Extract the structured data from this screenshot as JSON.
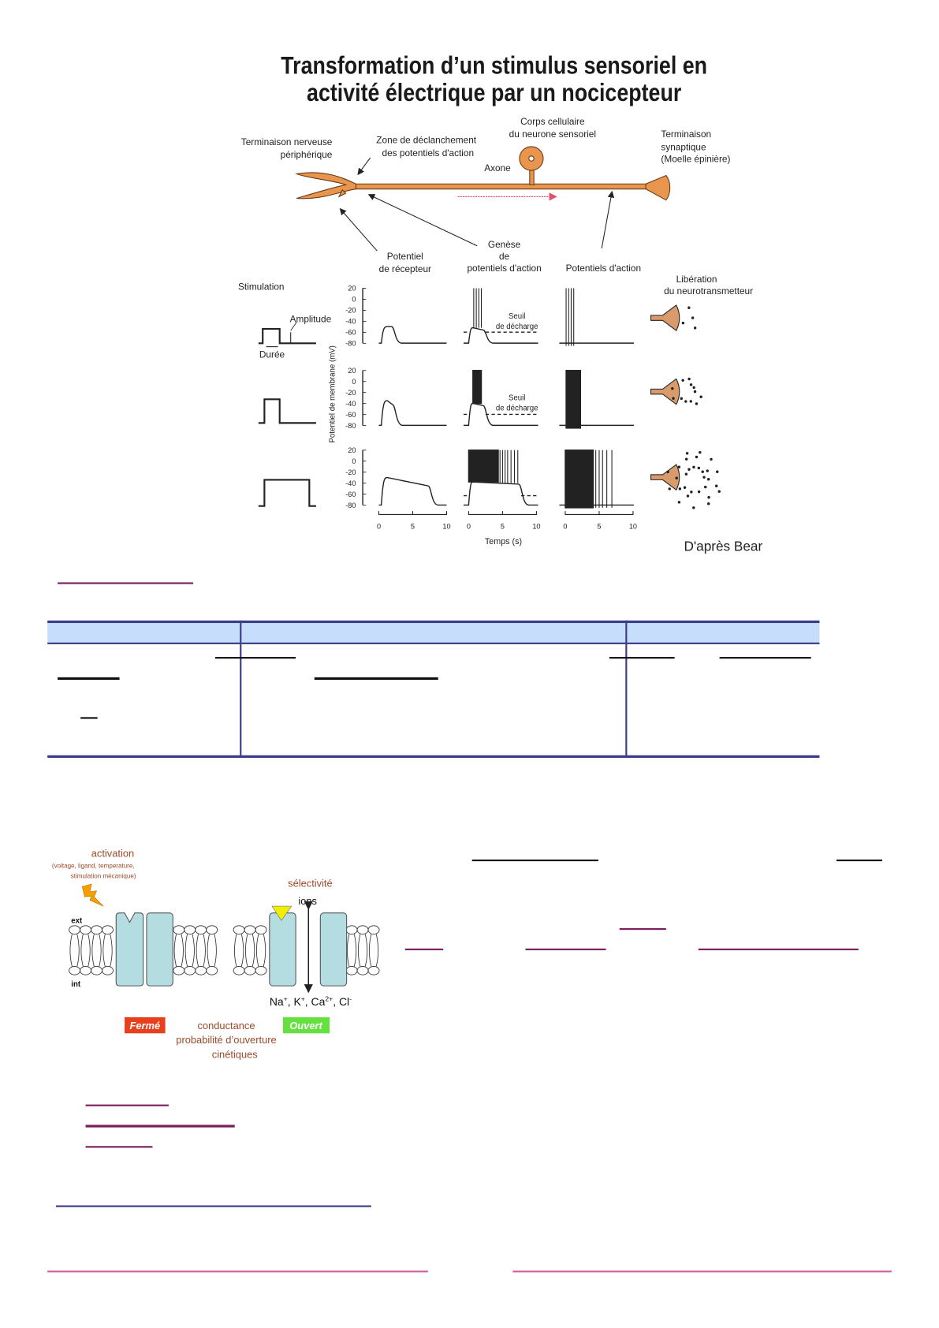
{
  "figure1": {
    "title_line1": "Transformation d’un stimulus sensoriel en",
    "title_line2": "activité électrique par un nocicepteur",
    "labels": {
      "terminaison_nerveuse": [
        "Terminaison nerveuse",
        "périphérique"
      ],
      "zone": [
        "Zone de déclanchement",
        "des potentiels d'action"
      ],
      "corps": [
        "Corps cellulaire",
        "du neurone sensoriel"
      ],
      "axone": "Axone",
      "terminaison_synaptique": [
        "Terminaison",
        "synaptique",
        "(Moelle épinière)"
      ],
      "potentiel_recepteur": [
        "Potentiel",
        "de récepteur"
      ],
      "genese": [
        "Genèse",
        "de",
        "potentiels d'action"
      ],
      "potentiels_action": "Potentiels d'action",
      "liberation": [
        "Libération",
        "du neurotransmetteur"
      ],
      "stimulation": "Stimulation",
      "amplitude": "Amplitude",
      "duree": "Durée",
      "y_axis": "Potentiel de membrane (mV)",
      "x_axis": "Temps (s)",
      "seuil": [
        "Seuil",
        "de décharge"
      ],
      "credit": "D'après Bear"
    },
    "y_ticks": [
      "20",
      "0",
      "-20",
      "-40",
      "-60",
      "-80"
    ],
    "x_ticks": [
      "0",
      "5",
      "10"
    ],
    "neuron_color": "#e8964e"
  },
  "figure2": {
    "activation": "activation",
    "activation_detail": [
      "(voltage, ligand, temperature,",
      "stimulation mécanique)"
    ],
    "ext": "ext",
    "int": "int",
    "selectivite": "sélectivité",
    "ions": "ions",
    "ion_list": [
      "Na",
      "+",
      ", K",
      "+",
      ", Ca",
      "2+",
      ", Cl",
      "-"
    ],
    "ferme": "Fermé",
    "ouvert": "Ouvert",
    "properties": [
      "conductance",
      "probabilité d’ouverture",
      "cinétiques"
    ],
    "colors": {
      "ferme": "#e8401c",
      "ouvert": "#66e040",
      "channel": "#b3dde0",
      "text": "#9c4a2a",
      "lightning": "#f5a000",
      "selectivity": "#f2ee00"
    }
  },
  "table": {
    "header_color": "#c6defc",
    "border_color": "#3b3b8a"
  }
}
